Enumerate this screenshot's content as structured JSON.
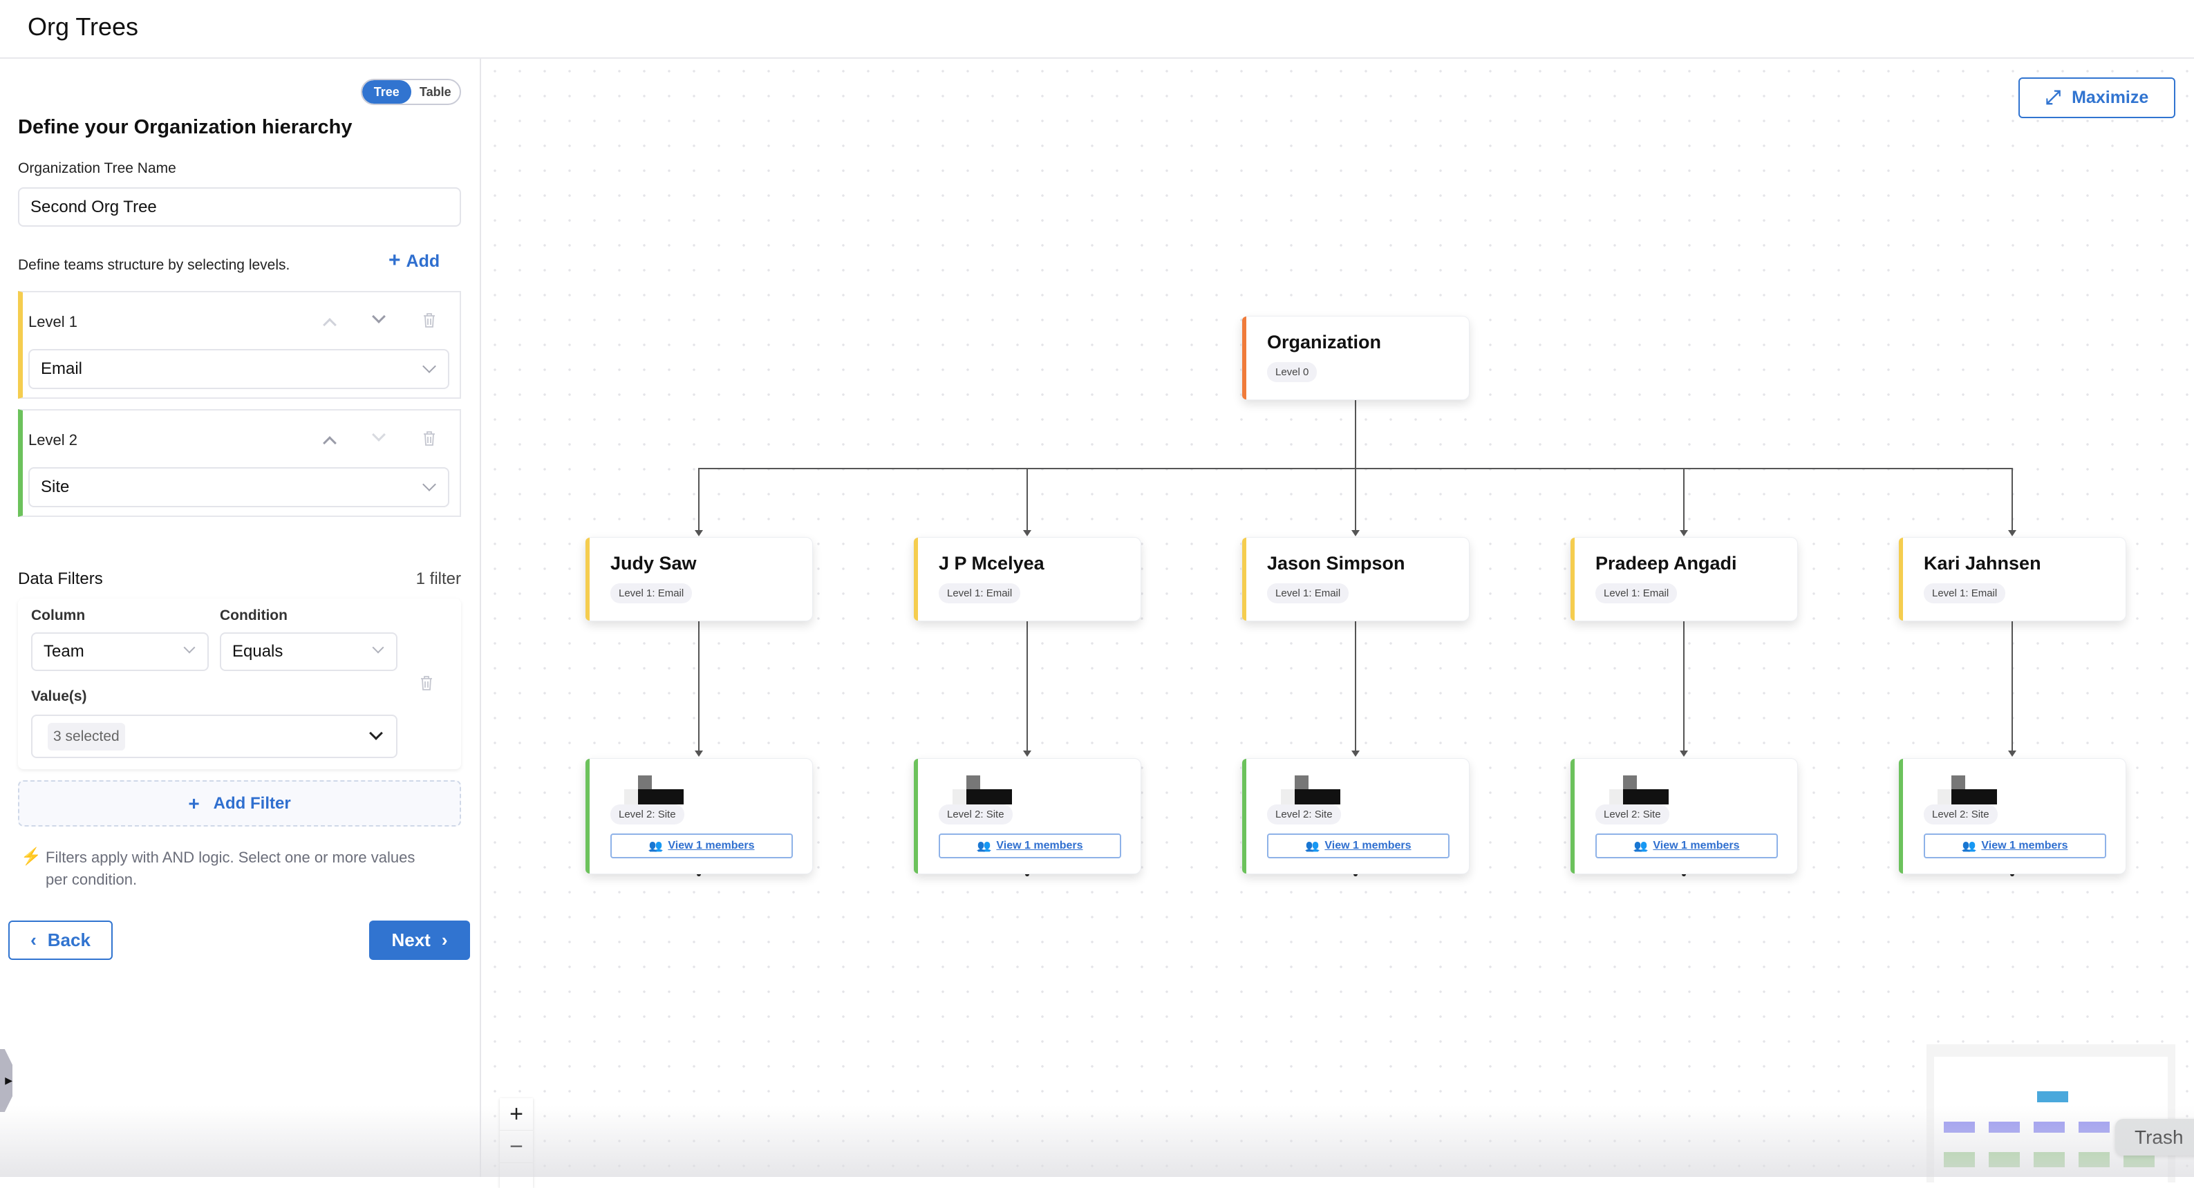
{
  "header": {
    "title": "Org Trees"
  },
  "left": {
    "view_toggle": {
      "options": [
        "Tree",
        "Table"
      ],
      "active": "Tree"
    },
    "title": "Define your Organization hierarchy",
    "tree_name_label": "Organization Tree Name",
    "tree_name_value": "Second Org Tree",
    "levels_hint": "Define teams structure by selecting levels.",
    "add_label": "Add",
    "levels": [
      {
        "label": "Level 1",
        "value": "Email",
        "color": "#f5cd4f"
      },
      {
        "label": "Level 2",
        "value": "Site",
        "color": "#6cc25c"
      }
    ],
    "filters": {
      "title": "Data Filters",
      "count": "1 filter",
      "column_label": "Column",
      "column_value": "Team",
      "condition_label": "Condition",
      "condition_value": "Equals",
      "values_label": "Value(s)",
      "values_chip": "3 selected",
      "add_filter": "Add Filter",
      "note": "Filters apply with AND logic. Select one or more values per condition."
    },
    "back": "Back",
    "next": "Next"
  },
  "canvas": {
    "maximize": "Maximize",
    "root": {
      "name": "Organization",
      "badge": "Level 0",
      "color": "#f07b3a"
    },
    "level1": [
      {
        "name": "Judy Saw",
        "badge": "Level 1: Email"
      },
      {
        "name": "J P Mcelyea",
        "badge": "Level 1: Email"
      },
      {
        "name": "Jason Simpson",
        "badge": "Level 1: Email"
      },
      {
        "name": "Pradeep Angadi",
        "badge": "Level 1: Email"
      },
      {
        "name": "Kari Jahnsen",
        "badge": "Level 1: Email"
      }
    ],
    "level2": [
      {
        "badge": "Level 2: Site",
        "view": "View 1 members"
      },
      {
        "badge": "Level 2: Site",
        "view": "View 1 members"
      },
      {
        "badge": "Level 2: Site",
        "view": "View 1 members"
      },
      {
        "badge": "Level 2: Site",
        "view": "View 1 members"
      },
      {
        "badge": "Level 2: Site",
        "view": "View 1 members"
      }
    ],
    "zoom_controls": {
      "in": "+",
      "out": "−"
    },
    "tooltip": "Trash",
    "colors": {
      "accent": "#3174d0",
      "level1": "#f5cd4f",
      "level2": "#6cc25c",
      "minimap_root": "#4aa8dc",
      "minimap_l1": "#9d9cf2",
      "minimap_l2": "#a7d39b"
    }
  }
}
